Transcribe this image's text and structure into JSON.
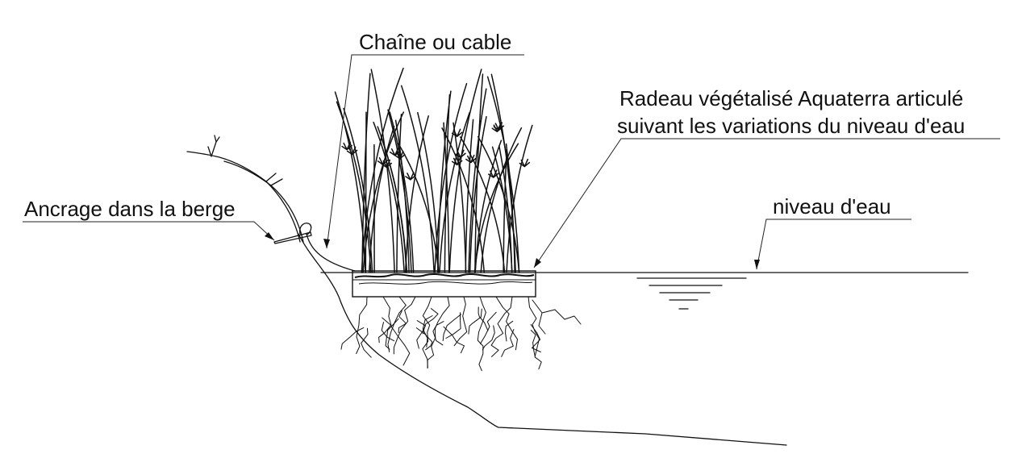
{
  "labels": {
    "chain": "Chaîne ou cable",
    "raft_line1": "Radeau végétalisé Aquaterra articulé",
    "raft_line2": "suivant les variations du niveau d'eau",
    "anchor": "Ancrage dans la berge",
    "water_level": "niveau d'eau"
  },
  "colors": {
    "line": "#111111",
    "background": "#ffffff"
  }
}
